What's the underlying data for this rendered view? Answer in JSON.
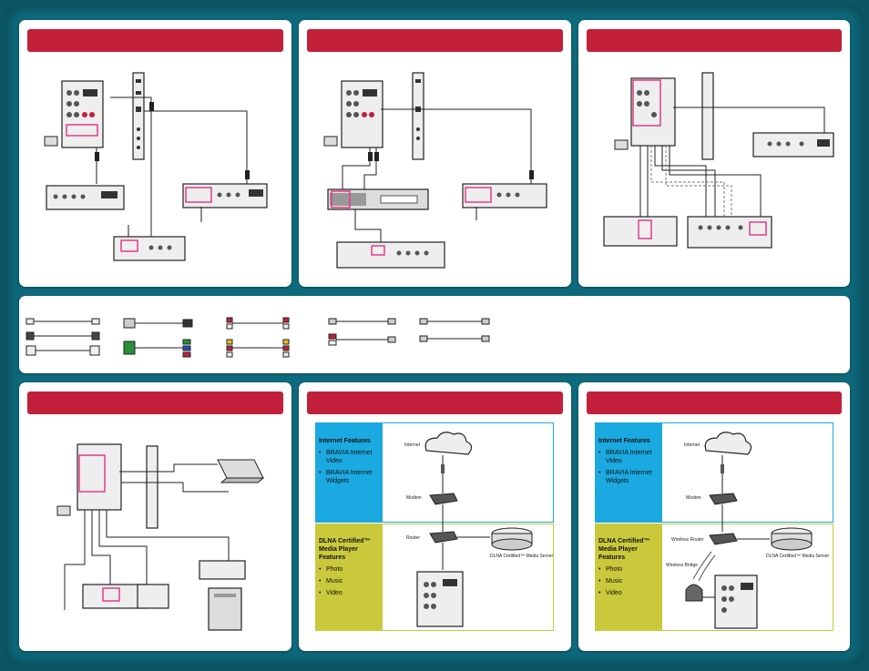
{
  "network_left": {
    "internet_features": {
      "title": "Internet Features",
      "items": [
        "BRAVIA Internet Video",
        "BRAVIA Internet Widgets"
      ]
    },
    "dlna_features": {
      "title": "DLNA Certified™ Media Player Features",
      "items": [
        "Photo",
        "Music",
        "Video"
      ]
    },
    "labels": {
      "internet": "Internet",
      "modem": "Modem",
      "router": "Router",
      "media_server": "DLNA Certified™ Media Server"
    }
  },
  "network_right": {
    "internet_features": {
      "title": "Internet Features",
      "items": [
        "BRAVIA Internet Video",
        "BRAVIA Internet Widgets"
      ]
    },
    "dlna_features": {
      "title": "DLNA Certified™ Media Player Features",
      "items": [
        "Photo",
        "Music",
        "Video"
      ]
    },
    "labels": {
      "internet": "Internet",
      "modem": "Modem",
      "wireless_router": "Wireless Router",
      "wireless_bridge": "Wireless Bridge",
      "media_server": "DLNA Certified™ Media Server"
    }
  },
  "colors": {
    "background": "#0b5566",
    "header": "#c2203a",
    "internet_box": "#1aa9e0",
    "dlna_box": "#c9c93b",
    "cable_pink": "#e23c8a"
  }
}
